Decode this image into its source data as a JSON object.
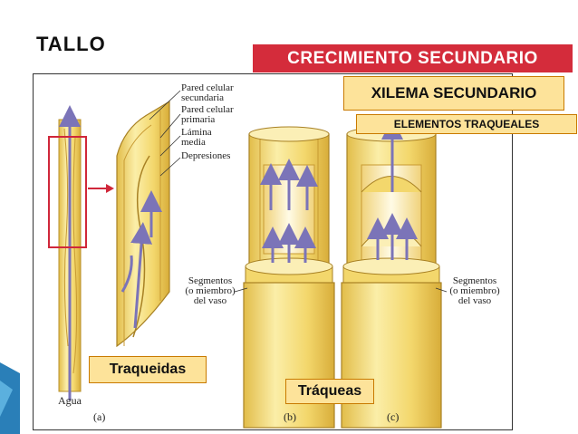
{
  "title": "TALLO",
  "banner": "CRECIMIENTO SECUNDARIO",
  "xilema": "XILEMA SECUNDARIO",
  "elementos": "ELEMENTOS TRAQUEALES",
  "labels": {
    "pared_secundaria_1": "Pared celular",
    "pared_secundaria_2": "secundaria",
    "pared_primaria_1": "Pared celular",
    "pared_primaria_2": "primaria",
    "lamina_1": "Lámina",
    "lamina_2": "media",
    "depresiones": "Depresiones",
    "segmentos_b_1": "Segmentos",
    "segmentos_b_2": "(o miembro)",
    "segmentos_b_3": "del vaso",
    "segmentos_c_1": "Segmentos",
    "segmentos_c_2": "(o miembro)",
    "segmentos_c_3": "del vaso",
    "agua": "Agua",
    "panel_a": "(a)",
    "panel_b": "(b)",
    "panel_c": "(c)"
  },
  "callouts": {
    "traqueidas": "Traqueidas",
    "traqueas": "Tráqueas"
  },
  "colors": {
    "banner": "#d42c3b",
    "callout_fill": "#fde39a",
    "callout_border": "#c97a00",
    "cell_yellow": "#f6dd7a",
    "cell_light": "#fbefb6",
    "arrow": "#7b74b8",
    "highlight_box": "#d0273a"
  }
}
